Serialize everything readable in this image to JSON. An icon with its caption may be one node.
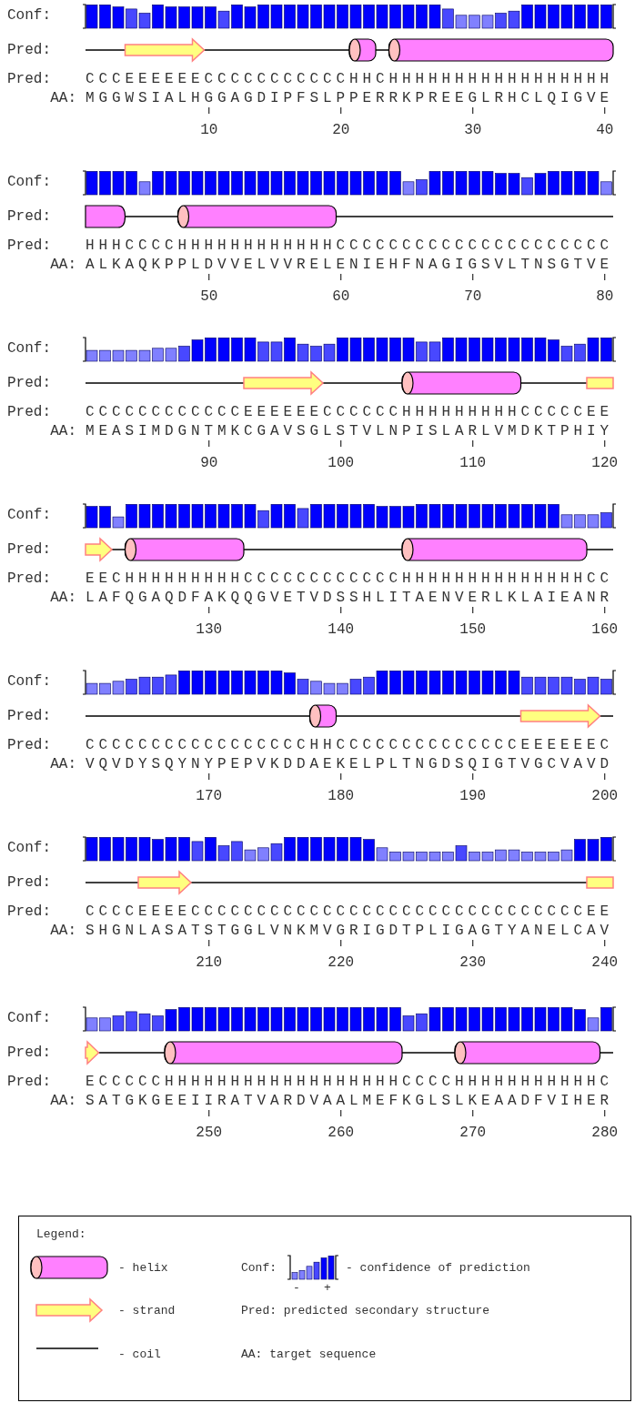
{
  "diagram": {
    "labels": [
      "Conf:",
      "Pred:",
      "Pred:",
      "CCCEEEEEECCCCCCCCCCCHHCHHHHHHHHHHHHHHHHH",
      "AA:",
      "MGGWSIALHGGAGDIPFSLPPERRKPREEGLRHCLQIGVE",
      "10",
      "20",
      "30",
      "40",
      "Conf:",
      "Pred:",
      "Pred:",
      "HHHCCCCHHHHHHHHHHHHCCCCCCCCCCCCCCCCCCCCC",
      "AA:",
      "ALKAQKPPLDVVELVVRELENIEHFNAGIGSVLTNSGTVE",
      "50",
      "60",
      "70",
      "80",
      "Conf:",
      "Pred:",
      "Pred:",
      "CCCCCCCCCCCCEEEEEECCCCCCHHHHHHHHHCCCCCEE",
      "AA:",
      "MEASIMDGNTMKCGAVSGLSTVLNPISLARLVMDKTPHIY",
      "90",
      "100",
      "110",
      "120",
      "Conf:",
      "Pred:",
      "Pred:",
      "EECHHHHHHHHHCCCCCCCCCCCCHHHHHHHHHHHHHHCC",
      "AA:",
      "LAFQGAQDFAKQQGVETVDSSHLITAENVERLKLAIEANR",
      "130",
      "140",
      "150",
      "160",
      "Conf:",
      "Pred:",
      "Pred:",
      "CCCCCCCCCCCCCCCCCHHCCCCCCCCCCCCCCEEEEEEC",
      "AA:",
      "VQVDYSQYNYPEPVKDDAEKELPLTNGDSQIGTVGCVAVD",
      "170",
      "180",
      "190",
      "200",
      "Conf:",
      "Pred:",
      "Pred:",
      "CCCCEEEECCCCCCCCCCCCCCCCCCCCCCCCCCCCCCEE",
      "AA:",
      "SHGNLASATSTGGLVNKMVGRIGDTPLIGAGTYANELCAV",
      "210",
      "220",
      "230",
      "240",
      "Conf:",
      "Pred:",
      "Pred:",
      "ECCCCCHHHHHHHHHHHHHHHHHHCCCCHHHHHHHHHHHC",
      "AA:",
      "SATGKGEEIIRATVARDVAALMEFKGLSLKEAADFVIHER",
      "250",
      "260",
      "270",
      "280",
      "Legend:",
      "Conf:",
      "- confidence of prediction",
      "-",
      "+",
      "Pred: predicted secondary structure",
      "AA: target sequence"
    ],
    "legend": [
      {
        "text": "- helix"
      },
      {
        "text": "- strand"
      },
      {
        "text": "- coil"
      }
    ]
  }
}
